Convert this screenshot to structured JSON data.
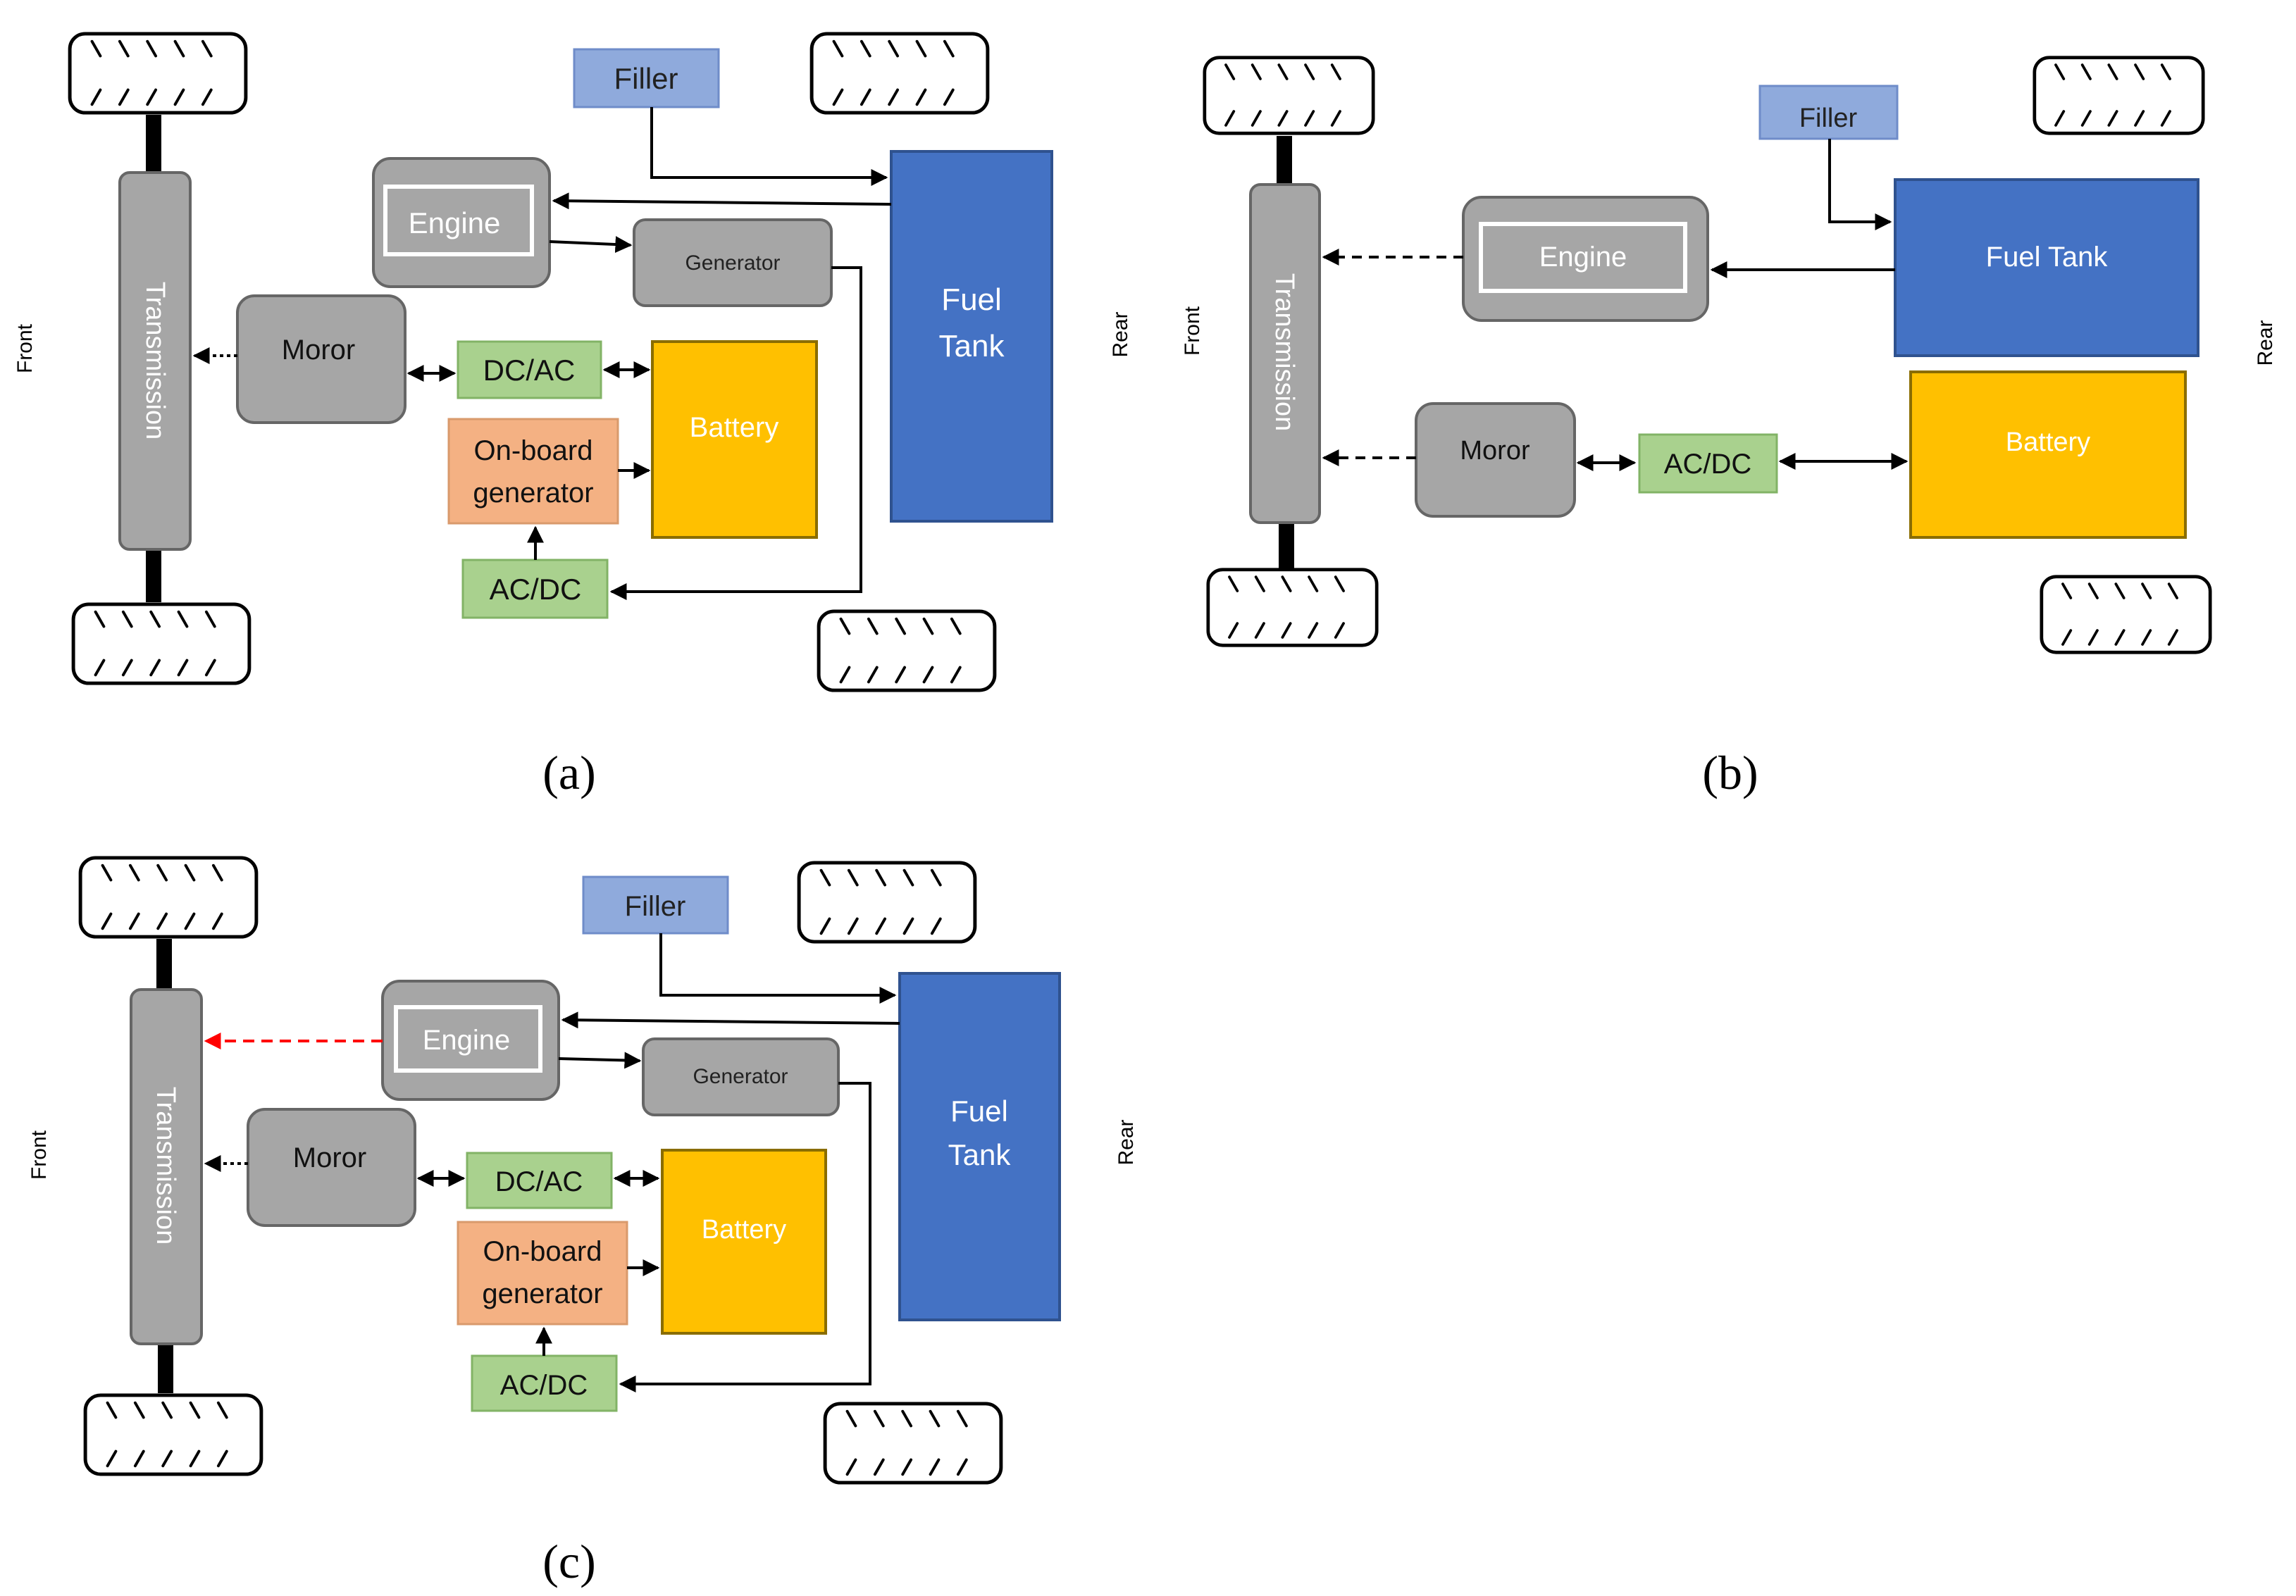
{
  "colors": {
    "gray_box": "#a6a6a6",
    "gray_border": "#666666",
    "blue_tank": "#4472c4",
    "blue_tank_border": "#2f528f",
    "filler": "#8faadc",
    "filler_border": "#6f8cc9",
    "green_conv": "#a9d18e",
    "green_border": "#82b366",
    "battery": "#ffc000",
    "battery_border": "#8a6d00",
    "onboard": "#f4b183",
    "onboard_border": "#d99a6c",
    "red_arrow": "#ff0000"
  },
  "panels": {
    "a": {
      "caption": "(a)",
      "front": "Front",
      "rear": "Rear",
      "filler": "Filler",
      "engine": "Engine",
      "generator": "Generator",
      "fuel_tank": [
        "Fuel",
        "Tank"
      ],
      "motor": "Moror",
      "transmission": "Transmission",
      "dcac": "DC/AC",
      "battery": "Battery",
      "onboard": [
        "On-board",
        "generator"
      ],
      "acdc": "AC/DC"
    },
    "b": {
      "caption": "(b)",
      "front": "Front",
      "rear": "Rear",
      "filler": "Filler",
      "engine": "Engine",
      "fuel_tank": "Fuel Tank",
      "transmission": "Transmission",
      "motor": "Moror",
      "acdc": "AC/DC",
      "battery": "Battery"
    },
    "c": {
      "caption": "(c)",
      "front": "Front",
      "rear": "Rear",
      "filler": "Filler",
      "engine": "Engine",
      "generator": "Generator",
      "fuel_tank": [
        "Fuel",
        "Tank"
      ],
      "motor": "Moror",
      "transmission": "Transmission",
      "dcac": "DC/AC",
      "battery": "Battery",
      "onboard": [
        "On-board",
        "generator"
      ],
      "acdc": "AC/DC"
    }
  }
}
